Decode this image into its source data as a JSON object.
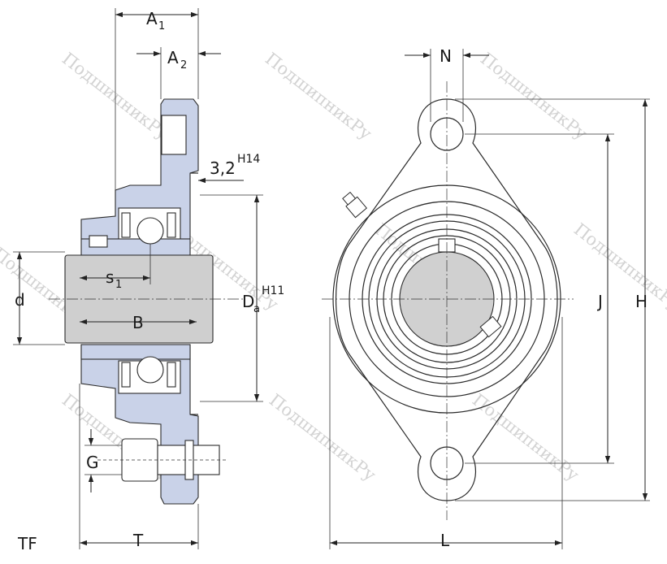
{
  "watermark": "ПодшипникРу",
  "labels": {
    "A1": "A",
    "A1_sub": "1",
    "A2": "A",
    "A2_sub": "2",
    "groove": "3,2",
    "groove_sup": "H14",
    "s1": "s",
    "s1_sub": "1",
    "d": "d",
    "B": "B",
    "Da": "D",
    "Da_sub": "a",
    "Da_sup": "H11",
    "G": "G",
    "T": "T",
    "designation": "TF",
    "N": "N",
    "J": "J",
    "H": "H",
    "L": "L"
  },
  "colors": {
    "housing_section": "#c9d2e8",
    "shaft": "#cfcfcf",
    "bore": "#d0d0d0",
    "line": "#2a2a2a"
  }
}
